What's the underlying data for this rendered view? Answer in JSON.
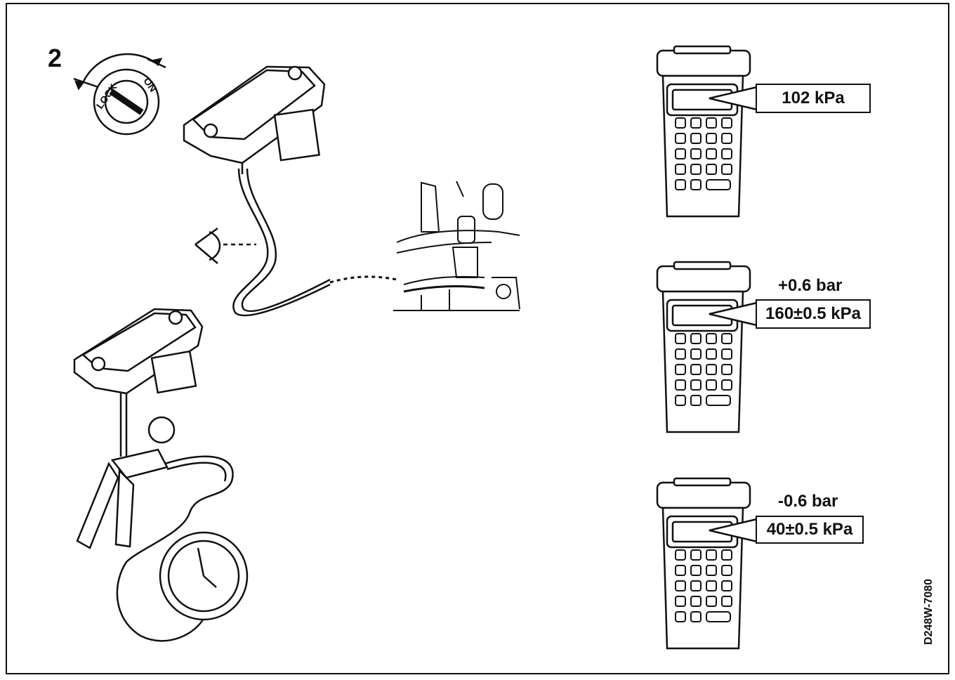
{
  "figure": {
    "step_number": "2",
    "ignition_switch": {
      "lock_label": "LOCK",
      "on_label": "ON"
    },
    "figure_code": "D248W-7080"
  },
  "scanners": [
    {
      "condition": "",
      "reading": "102 kPa"
    },
    {
      "condition": "+0.6 bar",
      "reading": "160±0.5 kPa"
    },
    {
      "condition": "-0.6 bar",
      "reading": "40±0.5 kPa"
    }
  ],
  "icons": [
    "ignition-switch-icon",
    "map-sensor-icon",
    "eye-icon",
    "hose-icon",
    "engine-intake-icon",
    "vacuum-pump-icon",
    "pressure-gauge-icon",
    "scan-tool-icon"
  ]
}
